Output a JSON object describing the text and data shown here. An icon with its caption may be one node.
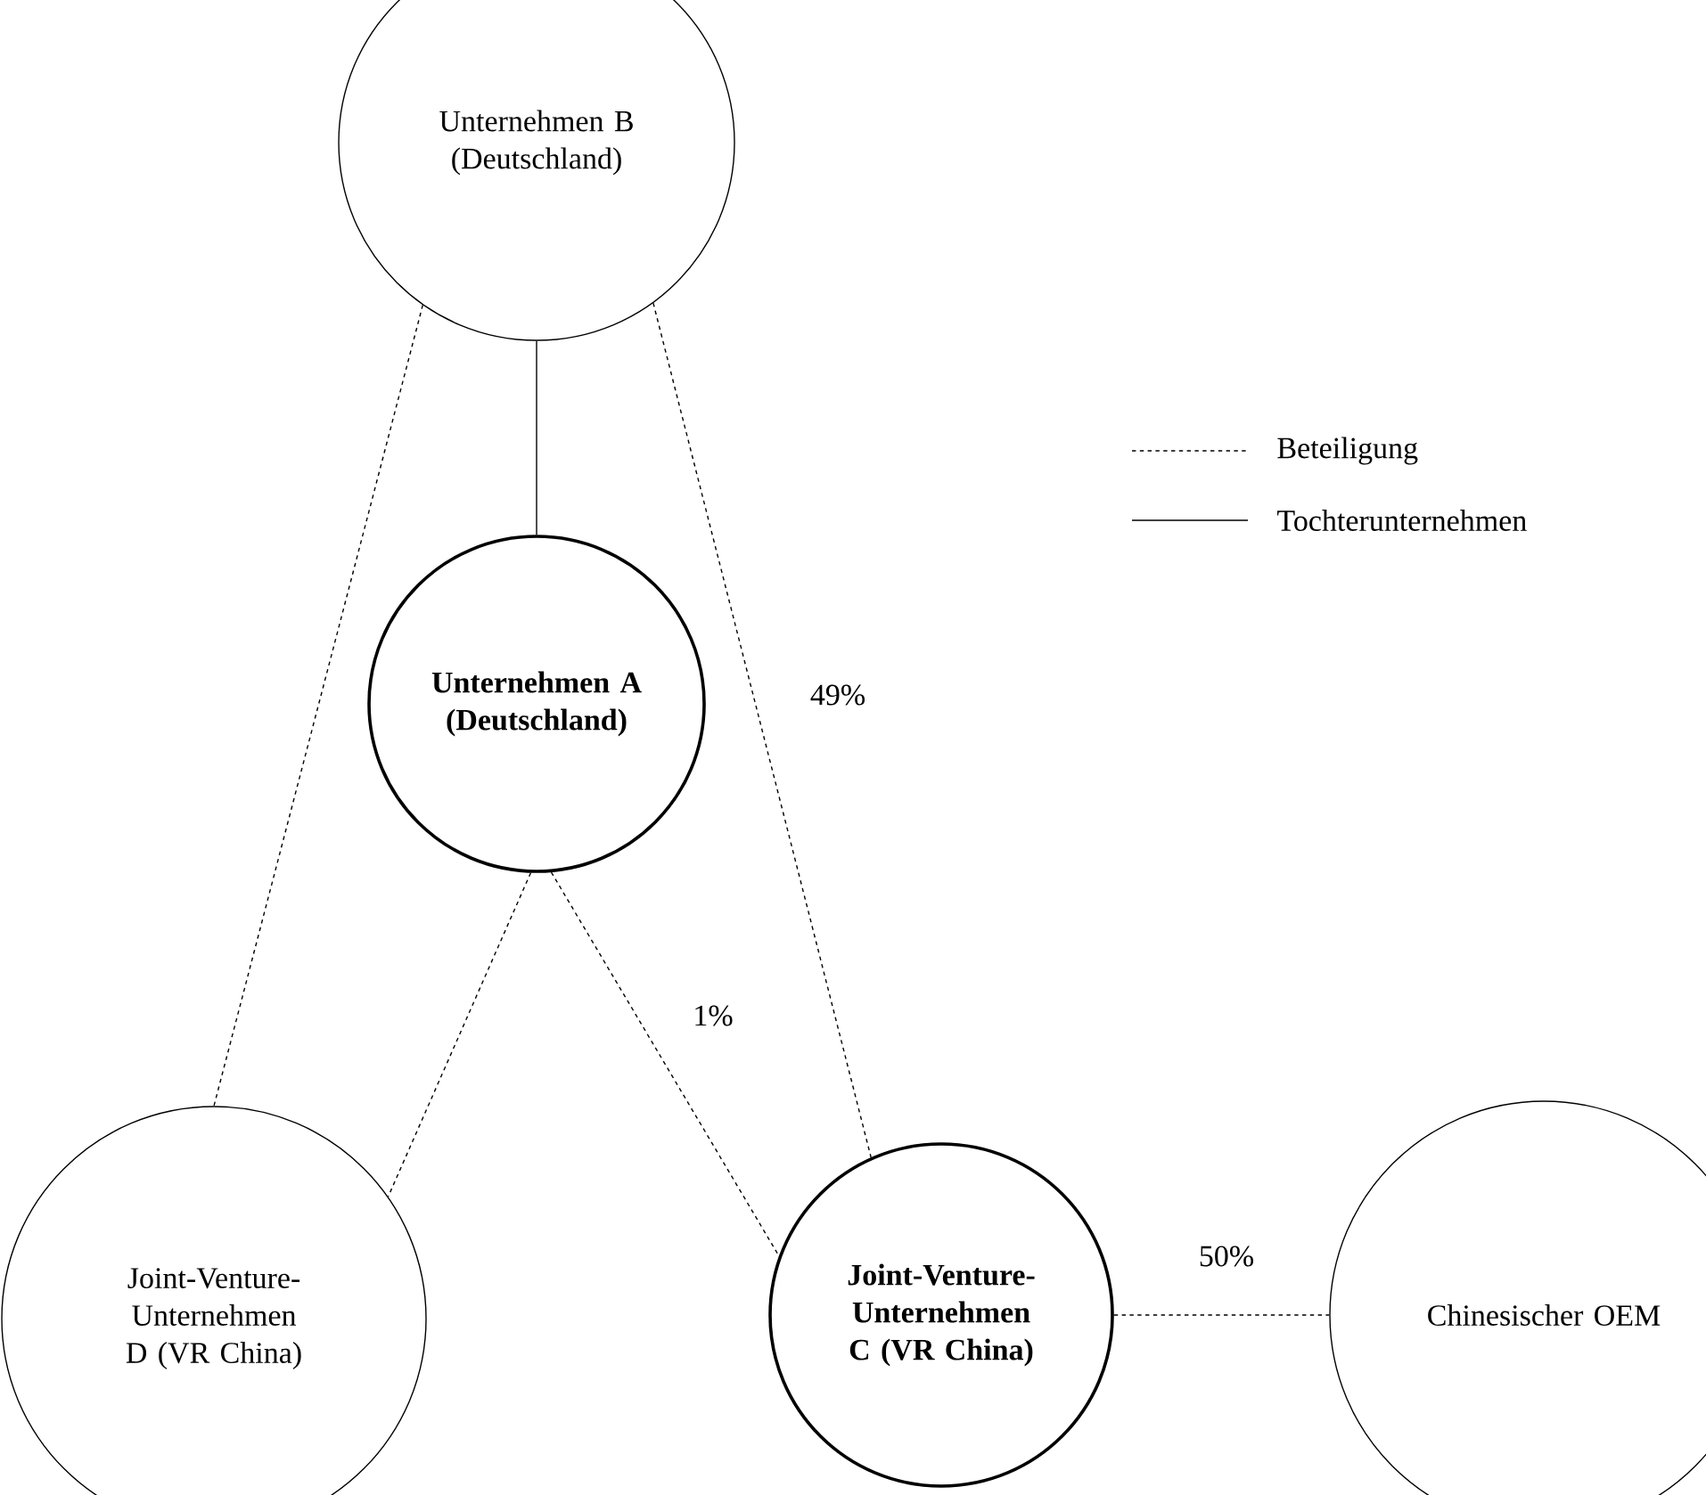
{
  "diagram": {
    "nodes": [
      {
        "text": [
          "Unternehmen B (Deutschland)"
        ]
      },
      {
        "text": [
          "Unternehmen A (Deutschland)"
        ]
      },
      {
        "text": [
          "Joint-Venture-Unternehmen D (VR China)"
        ]
      },
      {
        "text": [
          "Joint-Venture-Unternehmen C (VR China)"
        ]
      },
      {
        "text": [
          "Chinesischer OEM"
        ]
      }
    ],
    "edges": [
      {
        "from": 0,
        "to": 1,
        "arrow": "none"
      },
      {
        "from": 0,
        "to": 2,
        "arrow": "none",
        "style": "dashed"
      },
      {
        "from": 0,
        "to": 3,
        "arrow": "none",
        "style": "dashed",
        "label": "49%"
      },
      {
        "from": 1,
        "to": 2,
        "arrow": "none",
        "style": "dashed"
      },
      {
        "from": 1,
        "to": 3,
        "arrow": "none",
        "style": "dashed",
        "label": "1%"
      },
      {
        "from": 3,
        "to": 4,
        "arrow": "none",
        "style": "dashed",
        "label": "50%"
      }
    ],
    "legend": [
      {
        "text": "Beteiligung"
      },
      {
        "text": "Tochterunternehmen"
      }
    ]
  }
}
